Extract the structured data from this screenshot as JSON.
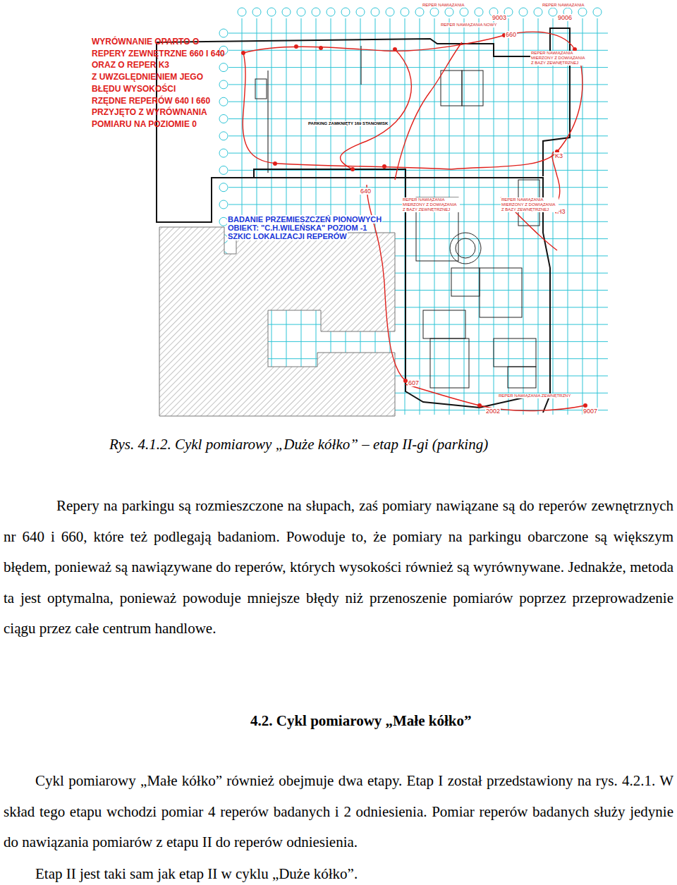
{
  "diagram": {
    "caption": "Rys. 4.1.2. Cykl pomiarowy „Duże kółko” – etap II-gi (parking)",
    "labels": [
      "WYRÓWNANIE OPARTO O",
      "REPERY ZEWNĘTRZNE 660 I 640",
      "ORAZ O REPER K3",
      "Z UWZGLĘDNIENIEM JEGO",
      "BŁĘDU WYSOKOŚCI",
      "RZĘDNE REPERÓW 640 I 660",
      "PRZYJĘTO Z WYRÓWNANIA",
      "POMIARU NA POZIOMIE 0",
      "PARKING ZAMKNIĘTY 169 STANOWISK",
      "BADANIE PRZEMIESZCZEŃ PIONOWYCH",
      "OBIEKT: \"C.H.WILEŃSKA\"  POZIOM -1",
      "SZKIC LOKALIZACJI REPERÓW",
      "9003",
      "9006",
      "660",
      "640",
      "K3",
      "H3",
      "607",
      "2002",
      "9007",
      "REPER NAWIĄZANIA",
      "REPER NAWIĄZANIA",
      "REPER NAWIĄZANIA NOWY",
      "REPER NAWIĄZANIA MIERZONY Z DOWIĄZANIA Z BAZY ZEWNĘTRZNEJ",
      "REPER NAWIĄZANIA MIERZONY Z DOWIĄZANIA Z BAZY ZEWNĘTRZNEJ",
      "REPER NAWIĄZANIA MIERZONY Z DOWIĄZANIA Z BAZY ZEWNĘTRZNEJ",
      "REPER NAWIĄZANIA ZEWNĘTRZNY",
      "Repery na parkingu są rozmieszczone na słupach, zaś pomiary nawiązane są do reperów zewnętrznych nr 640 i 660, które też podlegają badaniom. Powoduje to, że pomiary na parkingu obarczone są większym błędem, ponieważ są nawiązywane do reperów, których wysokości również są wyrównywane. Jednakże, metoda ta jest optymalna, ponieważ powoduje mniejsze błędy niż przenoszenie pomiarów poprzez przeprowadzenie ciągu przez całe centrum handlowe.",
      "4.2. Cykl pomiarowy „Małe kółko”",
      "Cykl pomiarowy „Małe kółko” również obejmuje dwa etapy. Etap I został przedstawiony na rys. 4.2.1. W skład tego etapu wchodzi pomiar 4 reperów badanych i 2 odniesienia. Pomiar reperów badanych służy jedynie do nawiązania pomiarów z etapu II do reperów odniesienia.",
      "Etap II jest taki sam jak etap II w cyklu „Duże kółko”."
    ]
  }
}
